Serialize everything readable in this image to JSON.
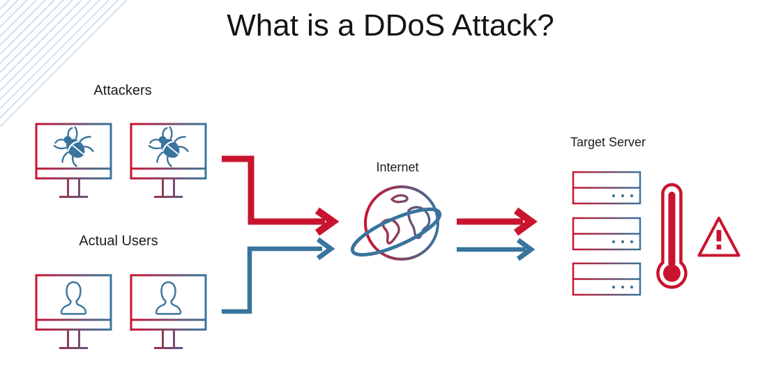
{
  "title": "What is a DDoS Attack?",
  "labels": {
    "attackers": "Attackers",
    "actual_users": "Actual Users",
    "internet": "Internet",
    "target_server": "Target Server"
  },
  "colors": {
    "attack_red": "#c8142f",
    "legit_blue": "#38749c",
    "decor_line_blue": "#c9dae5",
    "title_text": "#141414"
  },
  "icons": {
    "attackers": "bug-monitor-icon",
    "actual_users": "person-monitor-icon",
    "internet": "globe-orbit-icon",
    "target_server": "server-stack-icon",
    "server_overload": "thermometer-icon",
    "alert": "warning-triangle-icon",
    "server_activity": "ellipsis-dots-icon",
    "background": "diagonal-lines-decoration"
  }
}
